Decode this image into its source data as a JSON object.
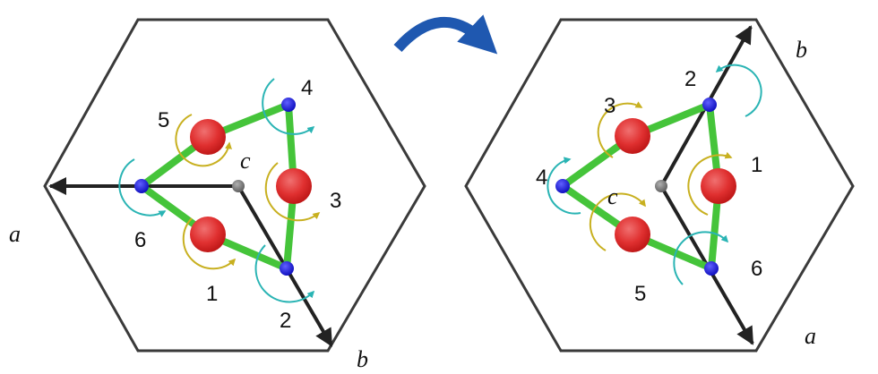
{
  "colors": {
    "hexagon": "#3a3a3a",
    "axis": "#222222",
    "bond": "#45c43a",
    "red_atom": "#e03030",
    "blue_atom": "#1f1fd8",
    "center_atom": "#808080",
    "cyan_arrow": "#2ab4b4",
    "yellow_arrow": "#c8b020",
    "rotation_arrow": "#1f58b0"
  },
  "icons": {
    "rotation": "curved-clockwise-arrow-icon"
  },
  "left_panel": {
    "axis_a": "a",
    "axis_b": "b",
    "axis_c": "c",
    "site_labels": [
      "1",
      "2",
      "3",
      "4",
      "5",
      "6"
    ]
  },
  "right_panel": {
    "axis_a": "a",
    "axis_b": "b",
    "axis_c": "c",
    "site_labels": [
      "1",
      "2",
      "3",
      "4",
      "5",
      "6"
    ]
  }
}
